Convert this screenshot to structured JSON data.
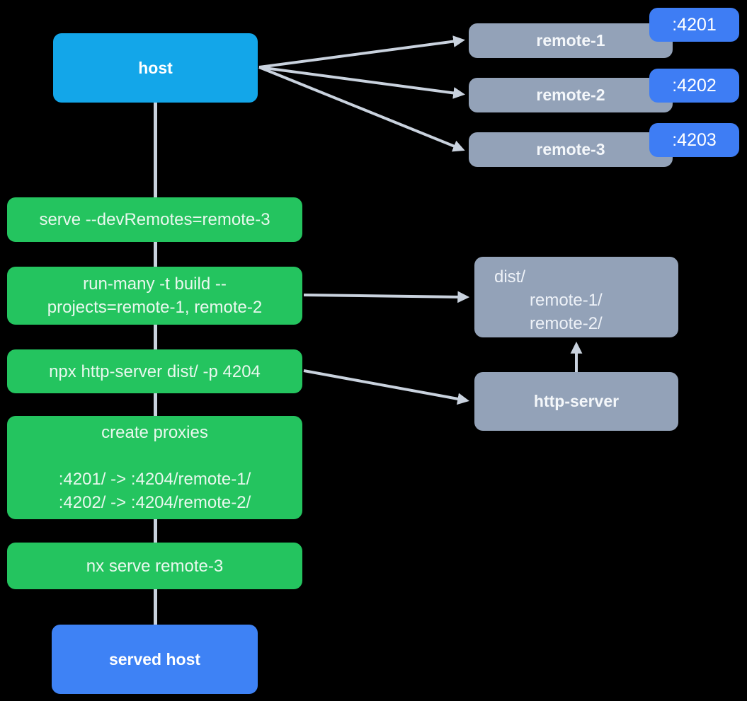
{
  "diagram": {
    "host": {
      "label": "host"
    },
    "served_host": {
      "label": "served host"
    },
    "remotes": [
      {
        "label": "remote-1",
        "port": ":4201"
      },
      {
        "label": "remote-2",
        "port": ":4202"
      },
      {
        "label": "remote-3",
        "port": ":4203"
      }
    ],
    "steps": [
      {
        "lines": [
          "serve --devRemotes=remote-3"
        ]
      },
      {
        "lines": [
          "run-many -t build --",
          "projects=remote-1, remote-2"
        ]
      },
      {
        "lines": [
          "npx http-server dist/ -p 4204"
        ]
      },
      {
        "lines": [
          "create proxies",
          "",
          ":4201/ -> :4204/remote-1/",
          ":4202/ -> :4204/remote-2/"
        ]
      },
      {
        "lines": [
          "nx serve remote-3"
        ]
      }
    ],
    "dist": {
      "lines": [
        "dist/",
        "remote-1/",
        "remote-2/"
      ]
    },
    "http_server": {
      "label": "http-server"
    }
  },
  "colors": {
    "background": "#000000",
    "host_box": "#13A6E9",
    "served_host_box": "#3E82F5",
    "remote_gray": "#93A2B8",
    "port_badge_blue": "#3E7DF4",
    "step_green": "#24C45F",
    "connector_gray": "#C9D2DE"
  }
}
